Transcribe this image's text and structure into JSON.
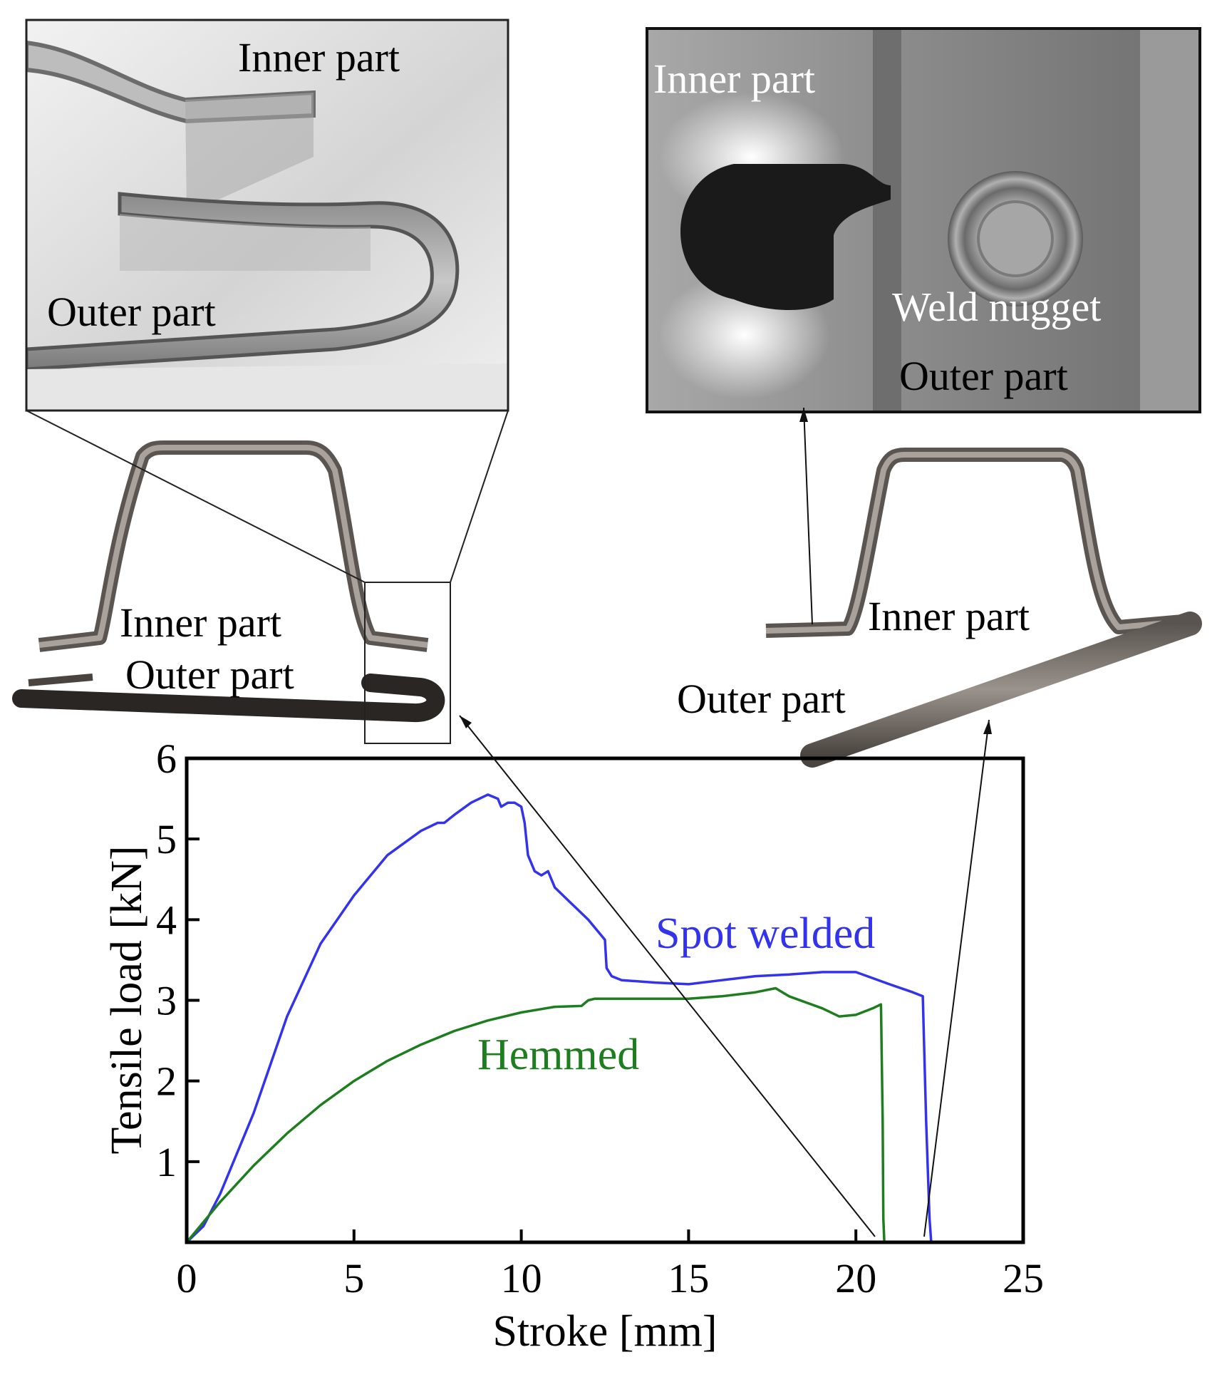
{
  "photos": {
    "hemmed_closeup": {
      "inner_label": "Inner part",
      "outer_label": "Outer part"
    },
    "weld_closeup": {
      "inner_label": "Inner part",
      "nugget_label": "Weld nugget",
      "outer_label": "Outer part"
    },
    "hemmed_specimen": {
      "inner_label": "Inner part",
      "outer_label": "Outer part"
    },
    "welded_specimen": {
      "inner_label": "Inner part",
      "outer_label": "Outer part"
    }
  },
  "chart_data": {
    "type": "line",
    "title": "",
    "xlabel": "Stroke [mm]",
    "ylabel": "Tensile load [kN]",
    "xlim": [
      0,
      25
    ],
    "ylim": [
      0,
      6
    ],
    "xticks": [
      0,
      5,
      10,
      15,
      20,
      25
    ],
    "yticks": [
      1,
      2,
      3,
      4,
      5,
      6
    ],
    "grid": false,
    "series": [
      {
        "name": "Spot welded",
        "color": "#3333ee",
        "x": [
          0,
          0.5,
          1.0,
          2.0,
          3.0,
          4.0,
          5.0,
          6.0,
          7.0,
          7.5,
          7.7,
          8.0,
          8.5,
          9.0,
          9.3,
          9.4,
          9.6,
          9.8,
          10.0,
          10.1,
          10.2,
          10.4,
          10.6,
          10.8,
          11.0,
          11.5,
          12.0,
          12.5,
          12.55,
          12.7,
          13.0,
          14.0,
          15.0,
          16.0,
          17.0,
          18.0,
          19.0,
          20.0,
          21.0,
          21.7,
          22.0,
          22.1,
          22.2,
          22.25
        ],
        "y": [
          0,
          0.2,
          0.6,
          1.6,
          2.8,
          3.7,
          4.3,
          4.8,
          5.1,
          5.2,
          5.2,
          5.3,
          5.45,
          5.55,
          5.5,
          5.4,
          5.45,
          5.45,
          5.4,
          5.2,
          4.8,
          4.6,
          4.55,
          4.6,
          4.4,
          4.2,
          4.0,
          3.75,
          3.4,
          3.3,
          3.25,
          3.22,
          3.2,
          3.25,
          3.3,
          3.32,
          3.35,
          3.35,
          3.2,
          3.1,
          3.05,
          1.5,
          0.3,
          0
        ]
      },
      {
        "name": "Hemmed",
        "color": "#1e7d1e",
        "x": [
          0,
          0.5,
          1.0,
          2.0,
          3.0,
          4.0,
          5.0,
          6.0,
          7.0,
          8.0,
          9.0,
          10.0,
          11.0,
          11.8,
          12.0,
          12.2,
          13.0,
          14.0,
          15.0,
          16.0,
          17.0,
          17.6,
          18.0,
          19.0,
          19.5,
          20.0,
          20.5,
          20.75,
          20.8,
          20.82,
          20.85
        ],
        "y": [
          0,
          0.25,
          0.5,
          0.95,
          1.35,
          1.7,
          2.0,
          2.25,
          2.45,
          2.62,
          2.75,
          2.85,
          2.92,
          2.93,
          3.0,
          3.02,
          3.02,
          3.02,
          3.02,
          3.05,
          3.1,
          3.15,
          3.05,
          2.9,
          2.8,
          2.82,
          2.9,
          2.95,
          1.5,
          0.3,
          0
        ]
      }
    ],
    "annotations": [
      "Spot welded",
      "Hemmed"
    ]
  }
}
